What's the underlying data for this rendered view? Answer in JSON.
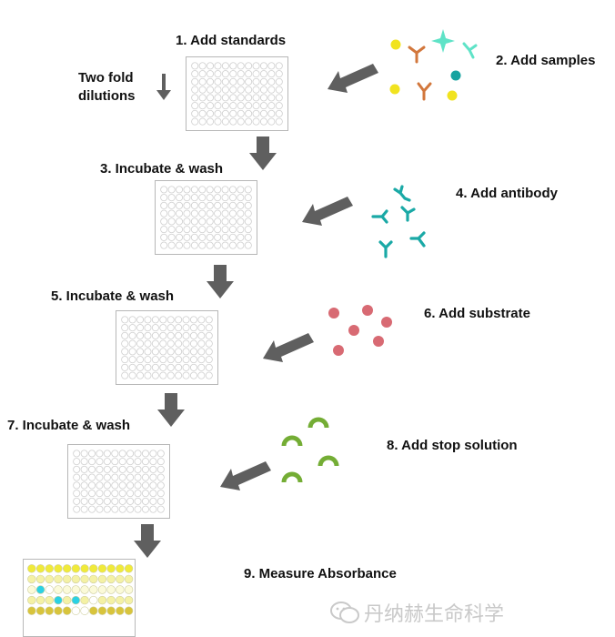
{
  "steps": {
    "s1": "1. Add standards",
    "dilution": "Two fold\ndilutions",
    "s2": "2. Add samples",
    "s3": "3. Incubate & wash",
    "s4": "4. Add antibody",
    "s5": "5. Incubate & wash",
    "s6": "6. Add substrate",
    "s7": "7. Incubate & wash",
    "s8": "8. Add stop solution",
    "s9": "9. Measure Absorbance"
  },
  "colors": {
    "arrow": "#5f5f5f",
    "well_stroke": "#cfcfcf",
    "yellow": "#f1e31f",
    "orange": "#d2773c",
    "mint": "#5fe3c7",
    "teal_dot": "#17a3a0",
    "antibody": "#1aa9a6",
    "substrate": "#d86a73",
    "stop": "#74ad35",
    "cyan": "#2bd1e4",
    "final_bright": "#f0ea3a",
    "final_mid": "#f4f1a5",
    "final_pale": "#fbfad9",
    "final_gold": "#d8c43c",
    "final_white": "#ffffff"
  },
  "final_plate_wells": [
    "bbbbbbbbbbbb",
    "mmmmmmmmmmmm",
    "pcwppppppppp",
    "mmmcmcmwmmmm",
    "gggggwwggggg"
  ],
  "watermark": "丹纳赫生命科学"
}
